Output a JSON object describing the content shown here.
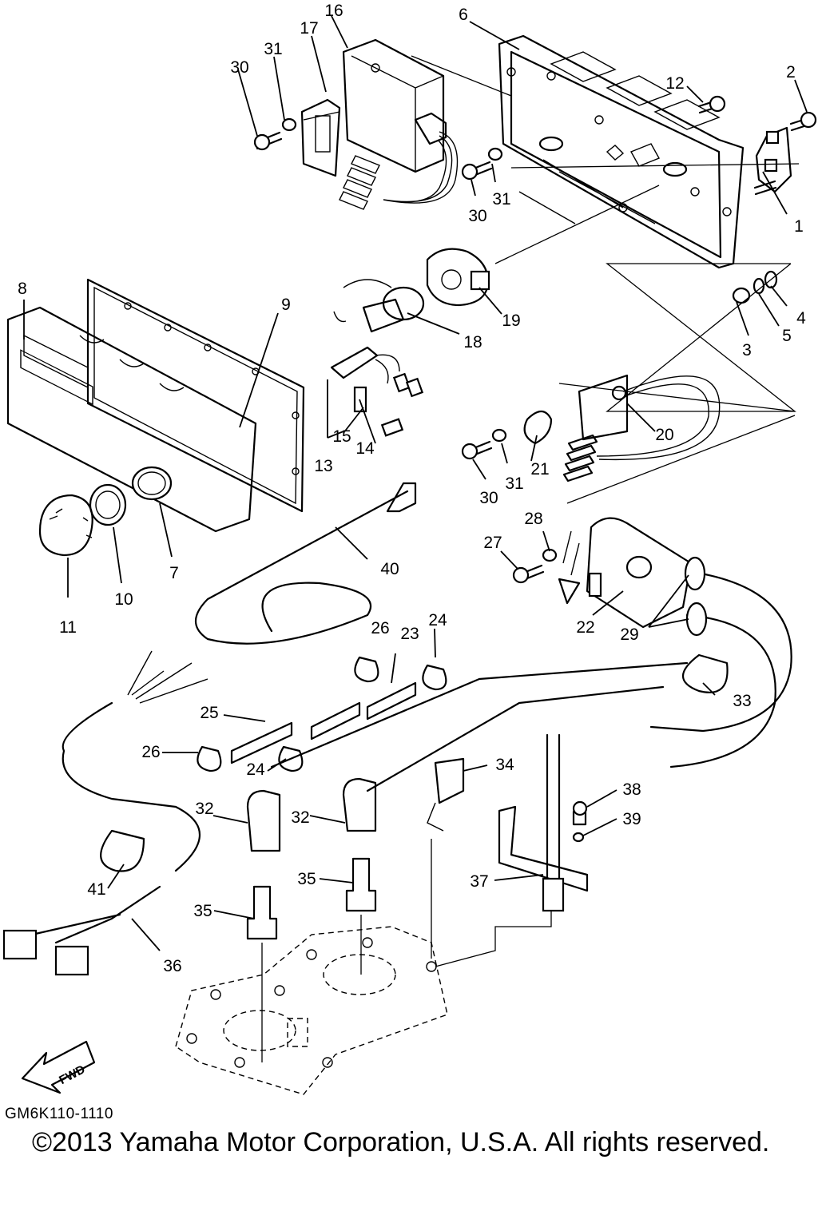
{
  "callouts": [
    "1",
    "2",
    "3",
    "4",
    "5",
    "6",
    "7",
    "8",
    "9",
    "10",
    "11",
    "12",
    "13",
    "14",
    "15",
    "16",
    "17",
    "18",
    "19",
    "20",
    "21",
    "22",
    "23",
    "24",
    "25",
    "26",
    "27",
    "28",
    "29",
    "30",
    "31",
    "32",
    "33",
    "34",
    "35",
    "36",
    "37",
    "38",
    "39",
    "40",
    "41"
  ],
  "fwd_label": "FWD",
  "drawing_code": "GM6K110-1110",
  "copyright": "©2013 Yamaha Motor Corporation, U.S.A. All rights reserved."
}
